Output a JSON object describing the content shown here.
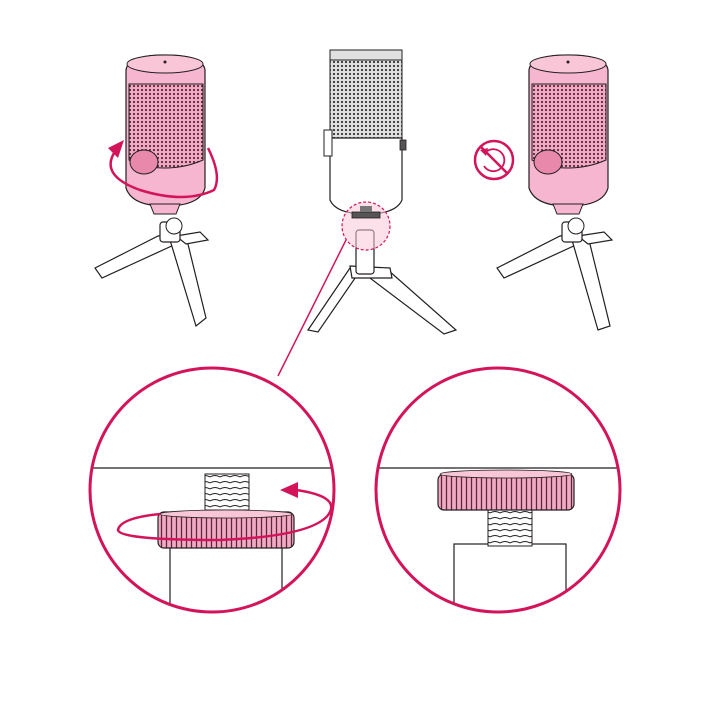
{
  "colors": {
    "accent": "#d4145a",
    "accent_light": "#f7b6cf",
    "accent_mid": "#e889ac",
    "grille_dark": "#3a3a3a",
    "outline": "#231f20",
    "body_light": "#f4f4f4"
  },
  "panels": [
    {
      "name": "rotate-mic-panel",
      "icon": "rotate-arrow-icon"
    },
    {
      "name": "upright-mic-panel",
      "icon": "zoom-callout-icon"
    },
    {
      "name": "no-rotate-mic-panel",
      "icon": "no-rotate-icon"
    }
  ],
  "zoom_circles": [
    {
      "name": "loosen-thumbwheel-detail",
      "icon": "counterclockwise-arrow-icon"
    },
    {
      "name": "tightened-thumbwheel-detail",
      "icon": "thumbwheel-icon"
    }
  ]
}
